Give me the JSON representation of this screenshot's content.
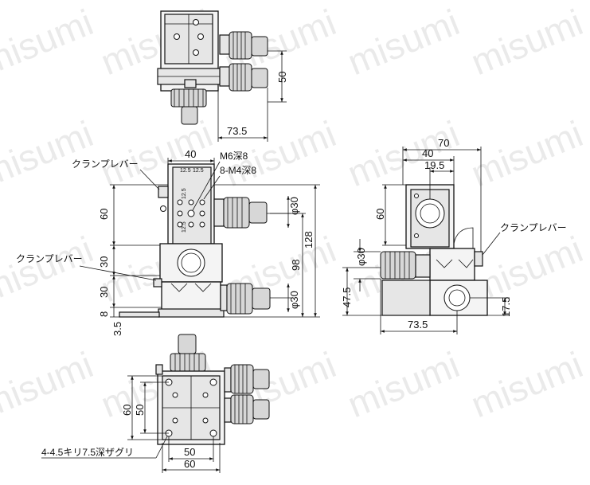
{
  "watermark": "misumi",
  "views": {
    "top": {
      "dims": {
        "height": "50",
        "width": "73.5"
      }
    },
    "front": {
      "dims": {
        "top_width": "40",
        "pitch_a": "12.5",
        "pitch_b": "12.5",
        "side_a": "12.5",
        "side_b": "12.5",
        "upper_height": "60",
        "mid_height": "30",
        "lower_height": "30",
        "base_height": "8",
        "base_offset": "3.5",
        "dia_upper": "φ30",
        "dia_lower": "φ30",
        "height_98": "98",
        "height_128": "128"
      },
      "labels": {
        "hole_m6": "M6深8",
        "hole_m4": "8-M4深8",
        "clamp_upper": "クランプレバー",
        "clamp_lower": "クランプレバー"
      }
    },
    "side": {
      "dims": {
        "overall_width": "70",
        "width_40": "40",
        "width_19_5": "19.5",
        "upper_height": "60",
        "dia": "φ30",
        "height_47_5": "47.5",
        "height_17_5": "17.5",
        "width_73_5": "73.5"
      },
      "labels": {
        "clamp": "クランプレバー"
      }
    },
    "bottom": {
      "dims": {
        "outer_60": "60",
        "inner_50": "50",
        "bottom_50": "50",
        "bottom_60": "60"
      },
      "labels": {
        "counterbore": "4-4.5キリ7.5深ザグリ"
      }
    }
  }
}
